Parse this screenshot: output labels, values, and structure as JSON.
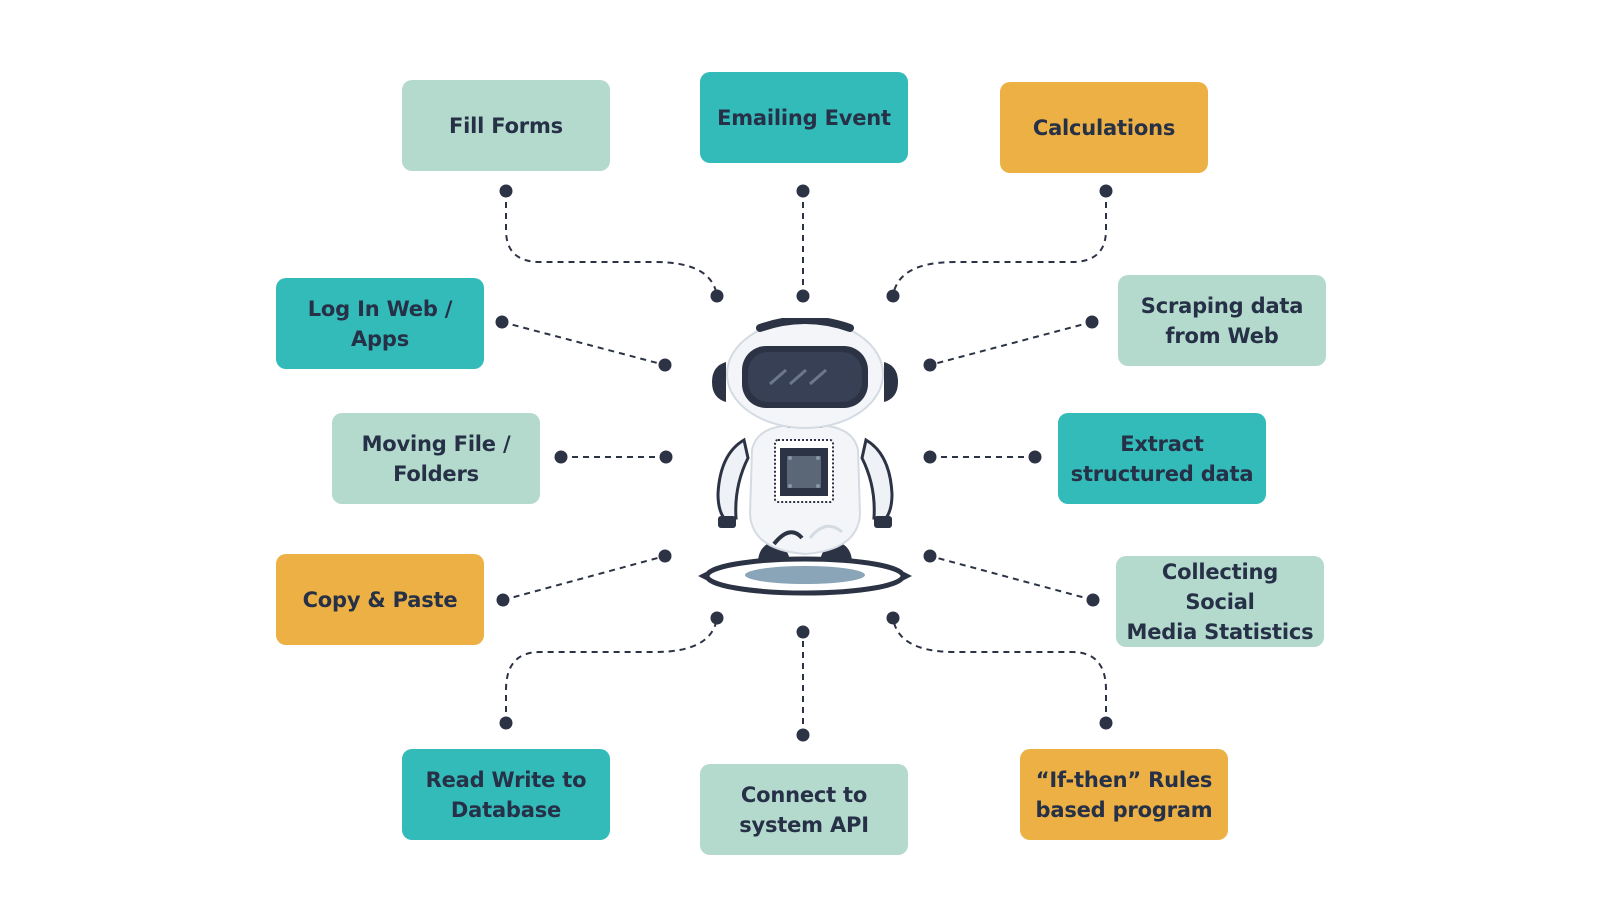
{
  "title": "",
  "colors": {
    "mint": "#b4dacd",
    "teal": "#33bbba",
    "orange": "#ecb044",
    "text": "#263046",
    "connector": "#2c3345"
  },
  "tasks": [
    {
      "id": "fill-forms",
      "lines": [
        "Fill Forms"
      ],
      "color": "mint"
    },
    {
      "id": "emailing-event",
      "lines": [
        "Emailing Event"
      ],
      "color": "teal"
    },
    {
      "id": "calculations",
      "lines": [
        "Calculations"
      ],
      "color": "orange"
    },
    {
      "id": "log-in",
      "lines": [
        "Log In Web / Apps"
      ],
      "color": "teal"
    },
    {
      "id": "scraping",
      "lines": [
        "Scraping data",
        "from Web"
      ],
      "color": "mint"
    },
    {
      "id": "moving-file",
      "lines": [
        "Moving File /",
        "Folders"
      ],
      "color": "mint"
    },
    {
      "id": "extract",
      "lines": [
        "Extract",
        "structured data"
      ],
      "color": "teal"
    },
    {
      "id": "copy-paste",
      "lines": [
        "Copy & Paste"
      ],
      "color": "orange"
    },
    {
      "id": "social-stats",
      "lines": [
        "Collecting Social",
        "Media Statistics"
      ],
      "color": "mint"
    },
    {
      "id": "read-write-db",
      "lines": [
        "Read Write to",
        "Database"
      ],
      "color": "teal"
    },
    {
      "id": "connect-api",
      "lines": [
        "Connect to",
        "system API"
      ],
      "color": "mint"
    },
    {
      "id": "if-then",
      "lines": [
        "“If-then” Rules",
        "based program"
      ],
      "color": "orange"
    }
  ],
  "center": {
    "icon": "robot-icon"
  }
}
